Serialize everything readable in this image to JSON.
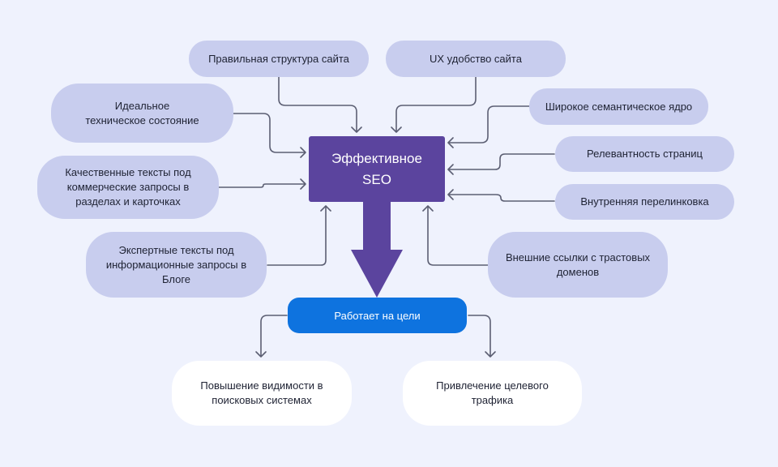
{
  "diagram": {
    "center": {
      "label": "Эффективное SEO",
      "color": "#5b449e"
    },
    "goal": {
      "label": "Работает на цели",
      "color": "#0e73df"
    },
    "factors": [
      {
        "id": "structure",
        "label": "Правильная структура сайта"
      },
      {
        "id": "ux",
        "label": "UX удобство сайта"
      },
      {
        "id": "tech",
        "label": "Идеальное техническое состояние"
      },
      {
        "id": "semantic",
        "label": "Широкое семантическое ядро"
      },
      {
        "id": "commercial",
        "label": "Качественные тексты под коммерческие запросы в разделах и карточках"
      },
      {
        "id": "relevance",
        "label": "Релевантность страниц"
      },
      {
        "id": "linking",
        "label": "Внутренняя перелинковка"
      },
      {
        "id": "expert",
        "label": "Экспертные тексты под информационные запросы в Блоге"
      },
      {
        "id": "backlinks",
        "label": "Внешние ссылки с трастовых доменов"
      }
    ],
    "outcomes": [
      {
        "id": "visibility",
        "label": "Повышение видимости в поисковых системах"
      },
      {
        "id": "traffic",
        "label": "Привлечение целевого трафика"
      }
    ],
    "colors": {
      "background": "#eff2fd",
      "factor_fill": "#c8cdee",
      "outcome_fill": "#ffffff",
      "connector": "#5c5f73"
    }
  }
}
